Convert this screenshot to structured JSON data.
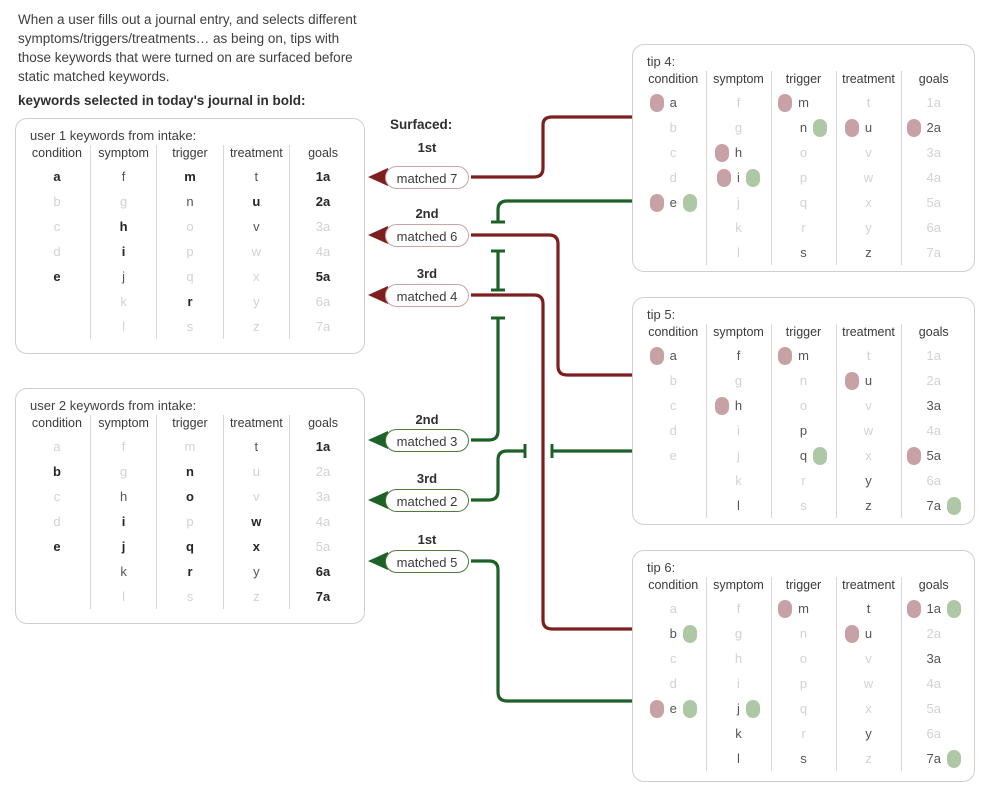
{
  "intro": {
    "paragraph": "When a user fills out a journal entry, and selects different symptoms/triggers/treatments… as being on, tips with those keywords that were turned on are surfaced before static matched keywords.",
    "bold_note": "keywords selected in today's journal in bold:"
  },
  "columns": [
    "condition",
    "symptom",
    "trigger",
    "treatment",
    "goals"
  ],
  "user_tables": [
    {
      "title": "user 1 keywords from intake:",
      "rows": [
        [
          {
            "t": "a",
            "w": "bold"
          },
          {
            "t": "f",
            "w": "norm"
          },
          {
            "t": "m",
            "w": "bold"
          },
          {
            "t": "t",
            "w": "norm"
          },
          {
            "t": "1a",
            "w": "bold"
          }
        ],
        [
          {
            "t": "b",
            "w": "dim"
          },
          {
            "t": "g",
            "w": "dim"
          },
          {
            "t": "n",
            "w": "norm"
          },
          {
            "t": "u",
            "w": "bold"
          },
          {
            "t": "2a",
            "w": "bold"
          }
        ],
        [
          {
            "t": "c",
            "w": "dim"
          },
          {
            "t": "h",
            "w": "bold"
          },
          {
            "t": "o",
            "w": "dim"
          },
          {
            "t": "v",
            "w": "norm"
          },
          {
            "t": "3a",
            "w": "dim"
          }
        ],
        [
          {
            "t": "d",
            "w": "dim"
          },
          {
            "t": "i",
            "w": "bold"
          },
          {
            "t": "p",
            "w": "dim"
          },
          {
            "t": "w",
            "w": "dim"
          },
          {
            "t": "4a",
            "w": "dim"
          }
        ],
        [
          {
            "t": "e",
            "w": "bold"
          },
          {
            "t": "j",
            "w": "norm"
          },
          {
            "t": "q",
            "w": "dim"
          },
          {
            "t": "x",
            "w": "dim"
          },
          {
            "t": "5a",
            "w": "bold"
          }
        ],
        [
          {
            "t": "",
            "w": "dim"
          },
          {
            "t": "k",
            "w": "dim"
          },
          {
            "t": "r",
            "w": "bold"
          },
          {
            "t": "y",
            "w": "dim"
          },
          {
            "t": "6a",
            "w": "dim"
          }
        ],
        [
          {
            "t": "",
            "w": "dim"
          },
          {
            "t": "l",
            "w": "dim"
          },
          {
            "t": "s",
            "w": "dim"
          },
          {
            "t": "z",
            "w": "dim"
          },
          {
            "t": "7a",
            "w": "dim"
          }
        ]
      ]
    },
    {
      "title": "user 2 keywords from intake:",
      "rows": [
        [
          {
            "t": "a",
            "w": "dim"
          },
          {
            "t": "f",
            "w": "dim"
          },
          {
            "t": "m",
            "w": "dim"
          },
          {
            "t": "t",
            "w": "norm"
          },
          {
            "t": "1a",
            "w": "bold"
          }
        ],
        [
          {
            "t": "b",
            "w": "bold"
          },
          {
            "t": "g",
            "w": "dim"
          },
          {
            "t": "n",
            "w": "bold"
          },
          {
            "t": "u",
            "w": "dim"
          },
          {
            "t": "2a",
            "w": "dim"
          }
        ],
        [
          {
            "t": "c",
            "w": "dim"
          },
          {
            "t": "h",
            "w": "norm"
          },
          {
            "t": "o",
            "w": "bold"
          },
          {
            "t": "v",
            "w": "dim"
          },
          {
            "t": "3a",
            "w": "dim"
          }
        ],
        [
          {
            "t": "d",
            "w": "dim"
          },
          {
            "t": "i",
            "w": "bold"
          },
          {
            "t": "p",
            "w": "dim"
          },
          {
            "t": "w",
            "w": "bold"
          },
          {
            "t": "4a",
            "w": "dim"
          }
        ],
        [
          {
            "t": "e",
            "w": "bold"
          },
          {
            "t": "j",
            "w": "bold"
          },
          {
            "t": "q",
            "w": "bold"
          },
          {
            "t": "x",
            "w": "bold"
          },
          {
            "t": "5a",
            "w": "dim"
          }
        ],
        [
          {
            "t": "",
            "w": "dim"
          },
          {
            "t": "k",
            "w": "norm"
          },
          {
            "t": "r",
            "w": "bold"
          },
          {
            "t": "y",
            "w": "norm"
          },
          {
            "t": "6a",
            "w": "bold"
          }
        ],
        [
          {
            "t": "",
            "w": "dim"
          },
          {
            "t": "l",
            "w": "dim"
          },
          {
            "t": "s",
            "w": "dim"
          },
          {
            "t": "z",
            "w": "dim"
          },
          {
            "t": "7a",
            "w": "bold"
          }
        ]
      ]
    }
  ],
  "tip_tables": [
    {
      "title": "tip 4:",
      "rows": [
        [
          {
            "t": "a",
            "w": "norm",
            "pink": true
          },
          {
            "t": "f",
            "w": "dim"
          },
          {
            "t": "m",
            "w": "norm",
            "pink": true
          },
          {
            "t": "t",
            "w": "dim"
          },
          {
            "t": "1a",
            "w": "dim"
          }
        ],
        [
          {
            "t": "b",
            "w": "dim"
          },
          {
            "t": "g",
            "w": "dim"
          },
          {
            "t": "n",
            "w": "norm",
            "green": true
          },
          {
            "t": "u",
            "w": "norm",
            "pink": true
          },
          {
            "t": "2a",
            "w": "norm",
            "pink": true
          }
        ],
        [
          {
            "t": "c",
            "w": "dim"
          },
          {
            "t": "h",
            "w": "norm",
            "pink": true
          },
          {
            "t": "o",
            "w": "dim"
          },
          {
            "t": "v",
            "w": "dim"
          },
          {
            "t": "3a",
            "w": "dim"
          }
        ],
        [
          {
            "t": "d",
            "w": "dim"
          },
          {
            "t": "i",
            "w": "norm",
            "pink": true,
            "green": true
          },
          {
            "t": "p",
            "w": "dim"
          },
          {
            "t": "w",
            "w": "dim"
          },
          {
            "t": "4a",
            "w": "dim"
          }
        ],
        [
          {
            "t": "e",
            "w": "norm",
            "pink": true,
            "green": true
          },
          {
            "t": "j",
            "w": "dim"
          },
          {
            "t": "q",
            "w": "dim"
          },
          {
            "t": "x",
            "w": "dim"
          },
          {
            "t": "5a",
            "w": "dim"
          }
        ],
        [
          {
            "t": "",
            "w": "dim"
          },
          {
            "t": "k",
            "w": "dim"
          },
          {
            "t": "r",
            "w": "dim"
          },
          {
            "t": "y",
            "w": "dim"
          },
          {
            "t": "6a",
            "w": "dim"
          }
        ],
        [
          {
            "t": "",
            "w": "dim"
          },
          {
            "t": "l",
            "w": "dim"
          },
          {
            "t": "s",
            "w": "norm"
          },
          {
            "t": "z",
            "w": "norm"
          },
          {
            "t": "7a",
            "w": "dim"
          }
        ]
      ]
    },
    {
      "title": "tip 5:",
      "rows": [
        [
          {
            "t": "a",
            "w": "norm",
            "pink": true
          },
          {
            "t": "f",
            "w": "norm"
          },
          {
            "t": "m",
            "w": "norm",
            "pink": true
          },
          {
            "t": "t",
            "w": "dim"
          },
          {
            "t": "1a",
            "w": "dim"
          }
        ],
        [
          {
            "t": "b",
            "w": "dim"
          },
          {
            "t": "g",
            "w": "dim"
          },
          {
            "t": "n",
            "w": "dim"
          },
          {
            "t": "u",
            "w": "norm",
            "pink": true
          },
          {
            "t": "2a",
            "w": "dim"
          }
        ],
        [
          {
            "t": "c",
            "w": "dim"
          },
          {
            "t": "h",
            "w": "norm",
            "pink": true
          },
          {
            "t": "o",
            "w": "dim"
          },
          {
            "t": "v",
            "w": "dim"
          },
          {
            "t": "3a",
            "w": "norm"
          }
        ],
        [
          {
            "t": "d",
            "w": "dim"
          },
          {
            "t": "i",
            "w": "dim"
          },
          {
            "t": "p",
            "w": "norm"
          },
          {
            "t": "w",
            "w": "dim"
          },
          {
            "t": "4a",
            "w": "dim"
          }
        ],
        [
          {
            "t": "e",
            "w": "dim"
          },
          {
            "t": "j",
            "w": "dim"
          },
          {
            "t": "q",
            "w": "norm",
            "green": true
          },
          {
            "t": "x",
            "w": "dim"
          },
          {
            "t": "5a",
            "w": "norm",
            "pink": true
          }
        ],
        [
          {
            "t": "",
            "w": "dim"
          },
          {
            "t": "k",
            "w": "dim"
          },
          {
            "t": "r",
            "w": "dim"
          },
          {
            "t": "y",
            "w": "norm"
          },
          {
            "t": "6a",
            "w": "dim"
          }
        ],
        [
          {
            "t": "",
            "w": "dim"
          },
          {
            "t": "l",
            "w": "norm"
          },
          {
            "t": "s",
            "w": "dim"
          },
          {
            "t": "z",
            "w": "norm"
          },
          {
            "t": "7a",
            "w": "norm",
            "green": true
          }
        ]
      ]
    },
    {
      "title": "tip 6:",
      "rows": [
        [
          {
            "t": "a",
            "w": "dim"
          },
          {
            "t": "f",
            "w": "dim"
          },
          {
            "t": "m",
            "w": "norm",
            "pink": true
          },
          {
            "t": "t",
            "w": "norm"
          },
          {
            "t": "1a",
            "w": "norm",
            "pink": true,
            "green": true
          }
        ],
        [
          {
            "t": "b",
            "w": "norm",
            "green": true
          },
          {
            "t": "g",
            "w": "dim"
          },
          {
            "t": "n",
            "w": "dim"
          },
          {
            "t": "u",
            "w": "norm",
            "pink": true
          },
          {
            "t": "2a",
            "w": "dim"
          }
        ],
        [
          {
            "t": "c",
            "w": "dim"
          },
          {
            "t": "h",
            "w": "dim"
          },
          {
            "t": "o",
            "w": "dim"
          },
          {
            "t": "v",
            "w": "dim"
          },
          {
            "t": "3a",
            "w": "norm"
          }
        ],
        [
          {
            "t": "d",
            "w": "dim"
          },
          {
            "t": "i",
            "w": "dim"
          },
          {
            "t": "p",
            "w": "dim"
          },
          {
            "t": "w",
            "w": "dim"
          },
          {
            "t": "4a",
            "w": "dim"
          }
        ],
        [
          {
            "t": "e",
            "w": "norm",
            "pink": true,
            "green": true
          },
          {
            "t": "j",
            "w": "norm",
            "green": true
          },
          {
            "t": "q",
            "w": "dim"
          },
          {
            "t": "x",
            "w": "dim"
          },
          {
            "t": "5a",
            "w": "dim"
          }
        ],
        [
          {
            "t": "",
            "w": "dim"
          },
          {
            "t": "k",
            "w": "norm"
          },
          {
            "t": "r",
            "w": "dim"
          },
          {
            "t": "y",
            "w": "norm"
          },
          {
            "t": "6a",
            "w": "dim"
          }
        ],
        [
          {
            "t": "",
            "w": "dim"
          },
          {
            "t": "l",
            "w": "norm"
          },
          {
            "t": "s",
            "w": "norm"
          },
          {
            "t": "z",
            "w": "dim"
          },
          {
            "t": "7a",
            "w": "norm",
            "green": true
          }
        ]
      ]
    }
  ],
  "surfaced": {
    "title": "Surfaced:",
    "items": [
      {
        "rank": "1st",
        "label": "matched 7",
        "color": "red"
      },
      {
        "rank": "2nd",
        "label": "matched 6",
        "color": "red"
      },
      {
        "rank": "3rd",
        "label": "matched 4",
        "color": "red"
      },
      {
        "rank": "2nd",
        "label": "matched 3",
        "color": "green"
      },
      {
        "rank": "3rd",
        "label": "matched 2",
        "color": "green"
      },
      {
        "rank": "1st",
        "label": "matched 5",
        "color": "green"
      }
    ]
  },
  "colors": {
    "red_line": "#7d1f1f",
    "green_line": "#1d6127",
    "pink_dot": "#c7a1a5",
    "green_dot": "#aec8a6",
    "card_border": "#cfcfcf"
  }
}
